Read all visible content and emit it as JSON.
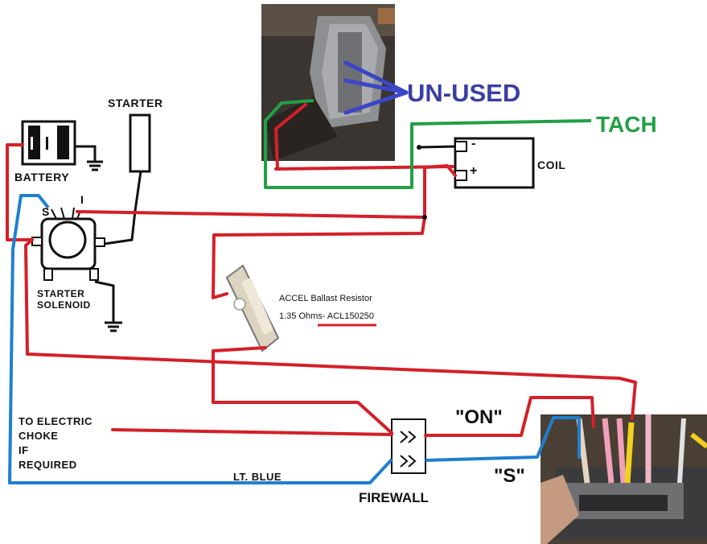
{
  "labels": {
    "starter": "STARTER",
    "battery": "BATTERY",
    "solenoid_s": "S",
    "solenoid_i": "I",
    "solenoid_line1": "STARTER",
    "solenoid_line2": "SOLENOID",
    "coil": "COIL",
    "coil_minus": "-",
    "coil_plus": "+",
    "unused": "UN-USED",
    "tach": "TACH",
    "resistor_line1": "ACCEL Ballast Resistor",
    "resistor_line2_prefix": "1.35 Ohms-",
    "resistor_part": "ACL150250",
    "choke_line1": "TO ELECTRIC",
    "choke_line2": "CHOKE",
    "choke_line3": "IF",
    "choke_line4": "REQUIRED",
    "lt_blue": "LT. BLUE",
    "firewall": "FIREWALL",
    "on_label": "\"ON\"",
    "s_label": "\"S\""
  },
  "colors": {
    "red_wire": "#d42028",
    "blue_wire": "#1f7fd0",
    "green_wire": "#22a045",
    "black_wire": "#111111",
    "unused_text": "#3a3fa0",
    "tach_text": "#22a045",
    "dark_blue_arrows": "#3b46c8"
  }
}
